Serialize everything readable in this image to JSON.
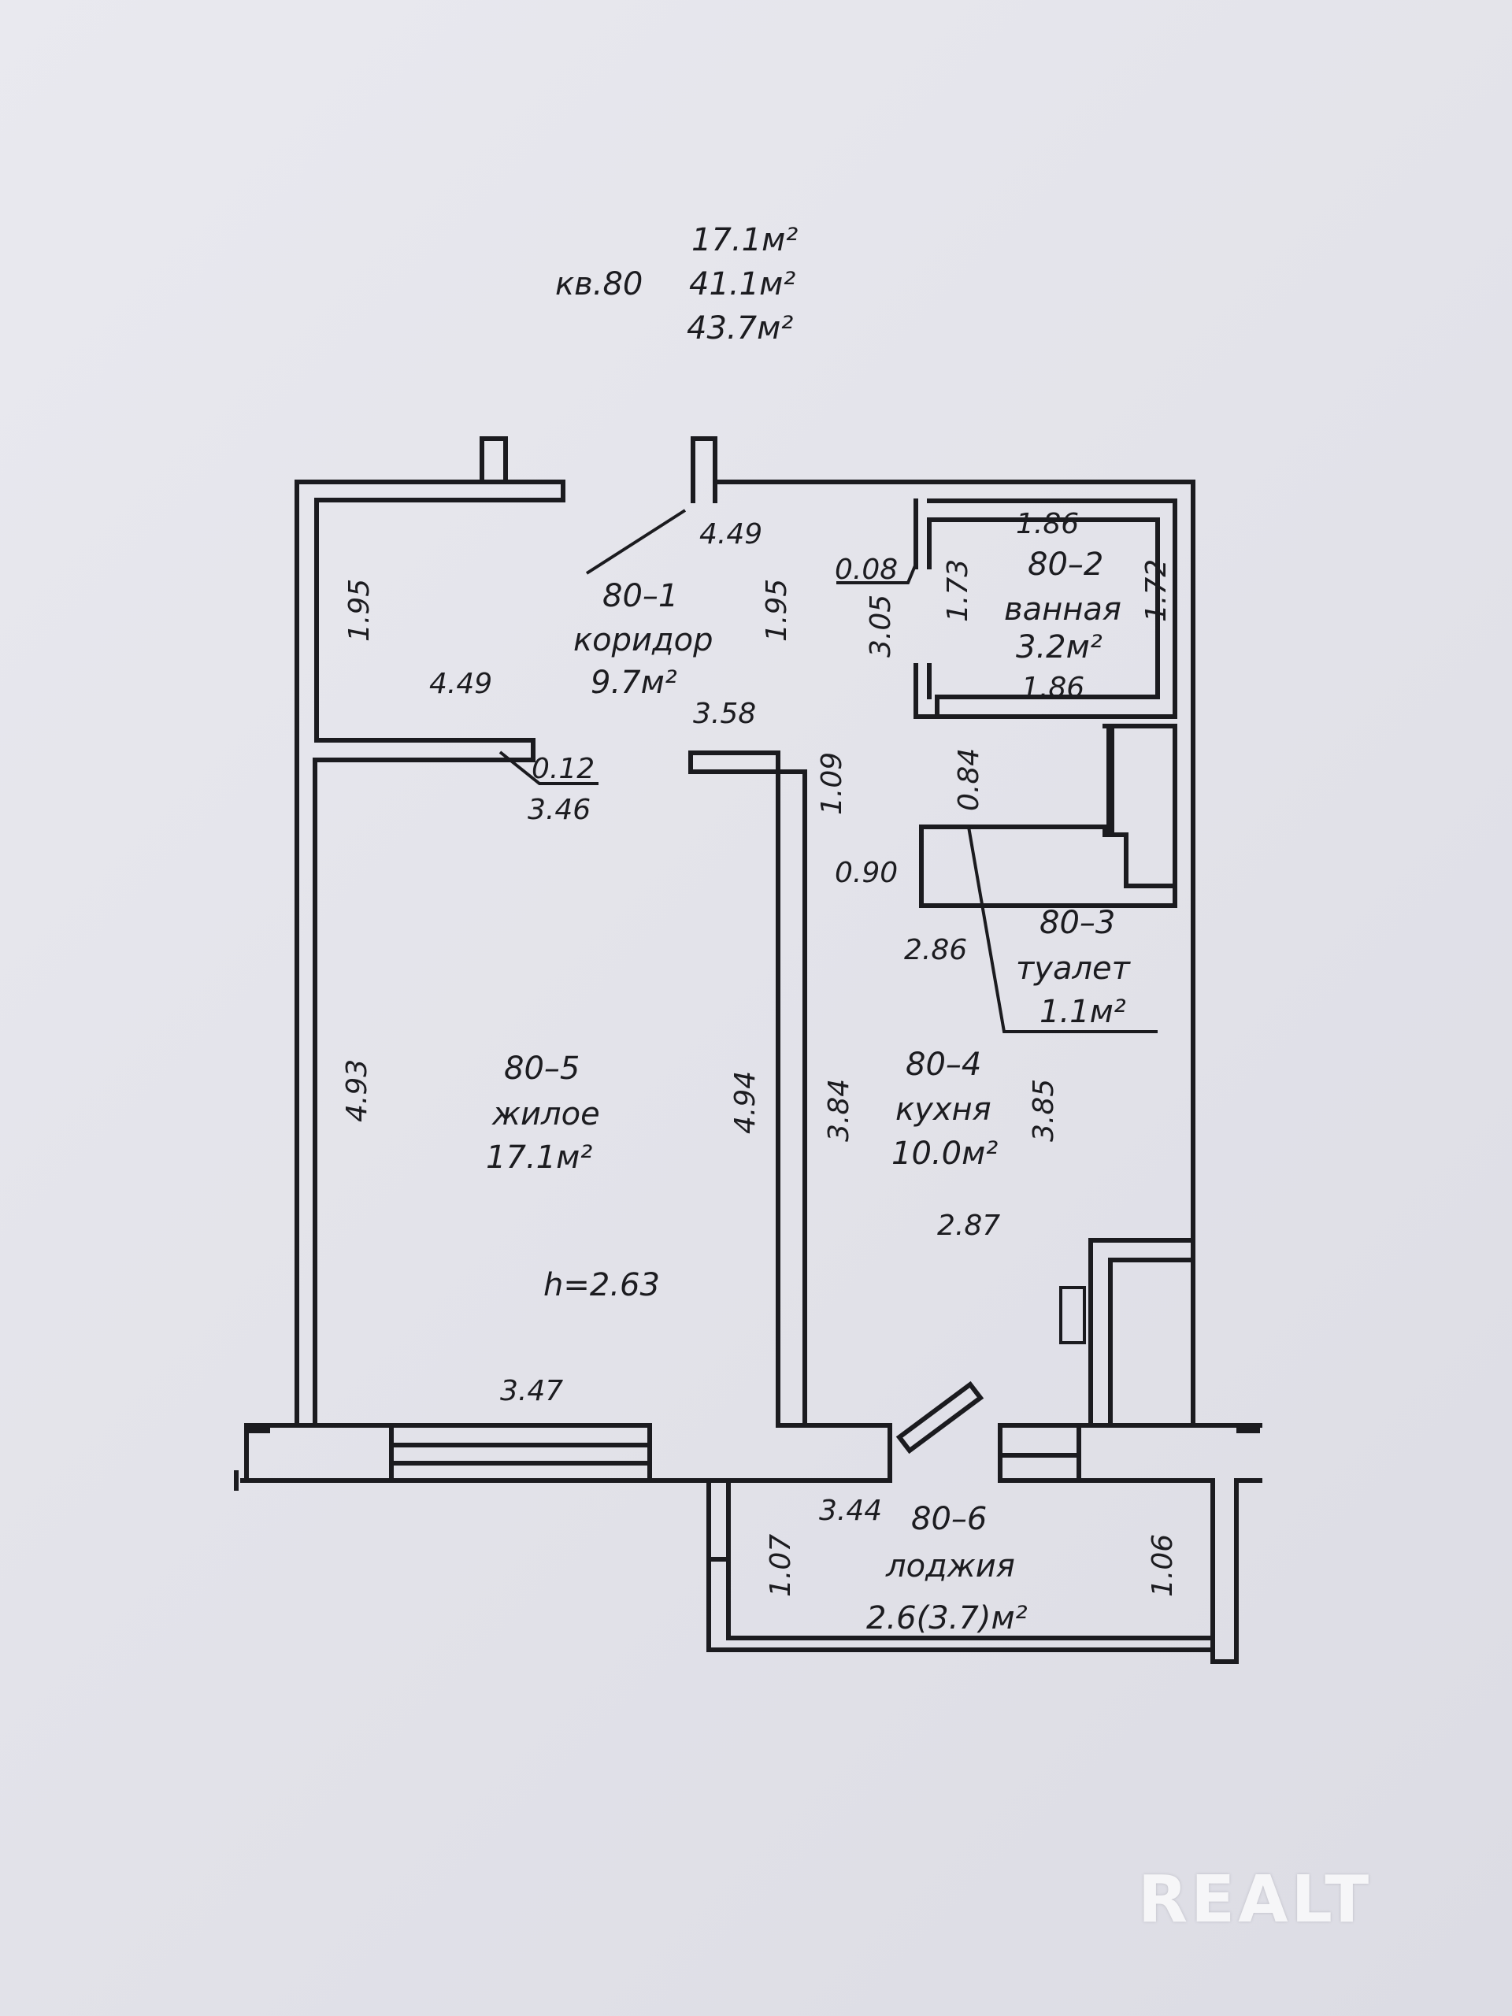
{
  "header": {
    "apartment": "кв.80",
    "area_living": "17.1м²",
    "area_total": "41.1м²",
    "area_total_with_loggia": "43.7м²"
  },
  "rooms": {
    "corridor": {
      "id": "80–1",
      "name": "коридор",
      "area": "9.7м²"
    },
    "bathroom": {
      "id": "80–2",
      "name": "ванная",
      "area": "3.2м²"
    },
    "toilet": {
      "id": "80–3",
      "name": "туалет",
      "area": "1.1м²"
    },
    "kitchen": {
      "id": "80–4",
      "name": "кухня",
      "area": "10.0м²"
    },
    "living": {
      "id": "80–5",
      "name": "жилое",
      "area": "17.1м²"
    },
    "loggia": {
      "id": "80–6",
      "name": "лоджия",
      "area": "2.6(3.7)м²"
    }
  },
  "ceiling_height": "h=2.63",
  "dimensions": {
    "corridor_top": "4.49",
    "corridor_bottom": "4.49",
    "corridor_left": "1.95",
    "corridor_right": "1.95",
    "door_offset": "0.08",
    "corridor_hall": "3.05",
    "corridor_passage": "3.58",
    "bath_top": "1.86",
    "bath_bottom": "1.86",
    "bath_left": "1.73",
    "bath_right": "1.72",
    "wall_offset": "0.12",
    "living_top": "3.46",
    "living_bottom": "3.47",
    "living_left": "4.93",
    "living_right": "4.94",
    "hall_segment": "1.09",
    "toilet_width": "0.84",
    "toilet_door": "0.90",
    "kitchen_top": "2.86",
    "kitchen_bottom": "2.87",
    "kitchen_left": "3.84",
    "kitchen_right": "3.85",
    "loggia_length": "3.44",
    "loggia_left": "1.07",
    "loggia_right": "1.06"
  },
  "watermark": "REALT"
}
